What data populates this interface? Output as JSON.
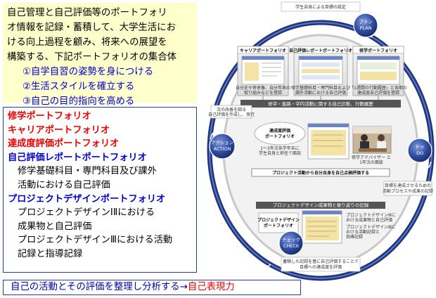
{
  "intro": {
    "lines": [
      "自己管理と自己評価等のポートフォリ",
      "オ情報を記録・蓄積して、大学生活にお",
      "ける向上過程を顧み、将来への展望を",
      "構築する、下記ポートフォリオの集合体"
    ],
    "goals": [
      "①自学自習の姿勢を身につける",
      "②生活スタイルを確立する",
      "③自己の目的指向を高める"
    ]
  },
  "portfolio_list": {
    "items": [
      {
        "text": "修学ポートフォリオ",
        "style": "red"
      },
      {
        "text": "キャリアポートフォリオ",
        "style": "red"
      },
      {
        "text": "達成度評価ポートフォリオ",
        "style": "red"
      },
      {
        "text": "自己評価レポートポートフォリオ",
        "style": "blue"
      },
      {
        "text": "修学基礎科目・専門科目及び課外",
        "style": "sub"
      },
      {
        "text": "活動における自己評価",
        "style": "sub"
      },
      {
        "text": "プロジェクトデザインポートフォリオ",
        "style": "blue"
      },
      {
        "text": "プロジェクトデザインⅠⅡにおける",
        "style": "sub"
      },
      {
        "text": "成果物と自己評価",
        "style": "sub"
      },
      {
        "text": "プロジェクトデザインⅢにおける活動",
        "style": "sub"
      },
      {
        "text": "記録と指導記録",
        "style": "sub"
      }
    ]
  },
  "summary": {
    "part1": "自己の活動とその評価を整理し分析する→",
    "part2": "自己表現力"
  },
  "diagram": {
    "top_label": "学生自身による目標の設定",
    "card_titles": [
      "キャリアポートフォリオ",
      "自己評価レポートポートフォリオ",
      "修学ポートフォリオ"
    ],
    "card_captions": [
      [
        "自分史や将来像、自分年表の",
        "取り組みなどを登録"
      ],
      [
        "修学基礎科目・専門科目および",
        "課外活動における自己評価"
      ],
      [
        "「1週間の行動履歴」と各期の",
        "達成度自己評価を登録"
      ]
    ],
    "band_text": "修学・進路・学内活動に関する自己診断、行動履歴",
    "left_note": [
      "次の改善を図る",
      "自己評価を作成し、実行"
    ],
    "right_note": [
      "目標を達成させるための",
      "活動プロセスや成果の記録"
    ],
    "achievement_title": [
      "達成度評価",
      "ポートフォリオ"
    ],
    "achievement_caption": [
      "1～3年次各学年末に",
      "学生自身と担任で面談"
    ],
    "interview_caption": [
      "修学アドバイザー と",
      "1年次の面談"
    ],
    "pd_band": "プロジェクト活動から自分自身を自己点検評価する",
    "pd_strip": "プロジェクトデザイン成果物と振り返りの記録",
    "pd_title": [
      "プロジェクトデザイン",
      "ポートフォリオ"
    ],
    "pd_captions": [
      [
        "プロジェクトデザインⅠⅡに",
        "おける成果物と自己評価"
      ],
      [
        "プロジェクトデザインⅢに",
        "おける活動記録と",
        "指導記録"
      ]
    ],
    "bottom_label": [
      "蓄積した記録を基に自己評価することで",
      "目標への達成度を評価"
    ],
    "badge_plan": [
      "プラン",
      "PLAN"
    ],
    "badge_do": [
      "ドゥ",
      "DO"
    ],
    "badge_check": [
      "チェック",
      "CHECK"
    ],
    "badge_action": [
      "アクション",
      "ACTION"
    ],
    "colors": {
      "ring": "#1f3378",
      "ring_inner": "#3f5fb0",
      "card_frame": "#aaaaaa",
      "band": "#555555"
    }
  }
}
